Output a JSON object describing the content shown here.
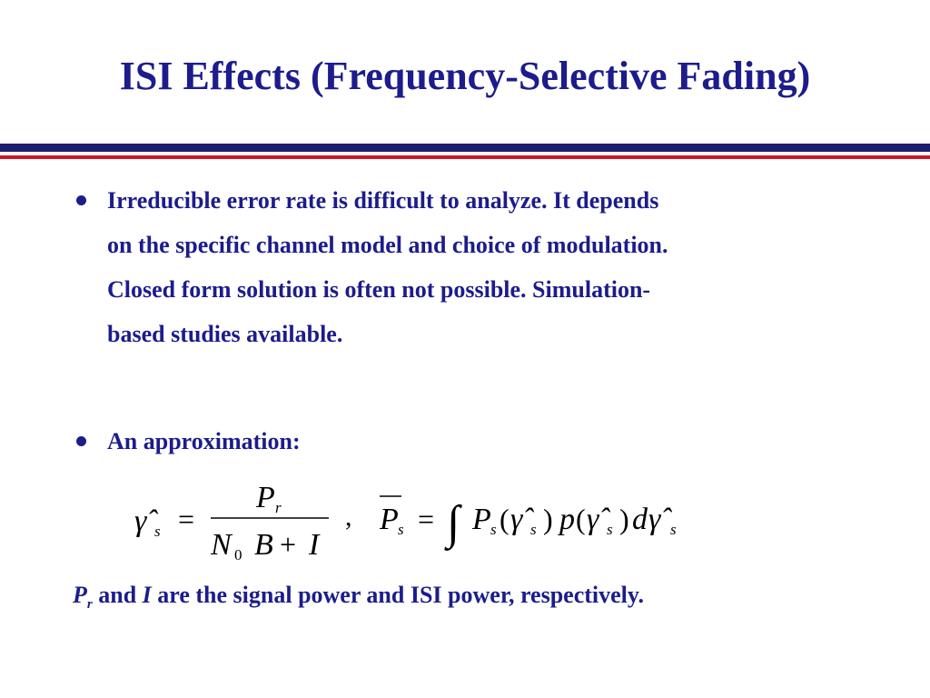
{
  "slide": {
    "title": "ISI Effects (Frequency-Selective Fading)",
    "bullets": [
      {
        "lines": [
          "Irreducible error rate is difficult to analyze. It depends",
          "on the specific channel model and choice of modulation.",
          "Closed form solution is often not possible. Simulation-",
          "based studies available."
        ]
      },
      {
        "lines": [
          "An approximation:"
        ]
      }
    ],
    "equation": {
      "gamma_hat": "γ̂",
      "sub_s": "s",
      "equals": "=",
      "P": "P",
      "sub_r": "r",
      "N": "N",
      "sub_0": "0",
      "B": "B",
      "plus": "+",
      "I": "I",
      "comma": ",",
      "integral": "∫",
      "lparen": "(",
      "rparen": ")",
      "p": "p",
      "d": "d"
    },
    "footer": {
      "P": "P",
      "sub_r": "r",
      "and": " and ",
      "I": "I",
      "rest": " are the signal power and ISI power, respectively."
    }
  }
}
